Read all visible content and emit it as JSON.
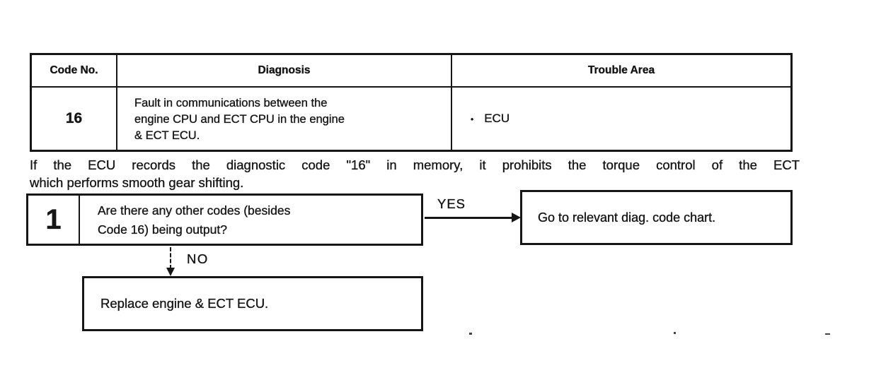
{
  "colors": {
    "ink": "#161616",
    "paper": "#ffffff"
  },
  "table": {
    "headers": {
      "code_no": "Code No.",
      "diagnosis": "Diagnosis",
      "trouble_area": "Trouble Area"
    },
    "row": {
      "code": "16",
      "diagnosis_lines": [
        "Fault in communications between the",
        "engine CPU and ECT CPU in the engine",
        "& ECT ECU."
      ],
      "trouble_bullet": "•",
      "trouble_label": "ECU"
    }
  },
  "note": {
    "line1": "If the ECU records the diagnostic code \"16\" in memory, it prohibits the torque control of the ECT",
    "line2": "which performs smooth gear shifting."
  },
  "flowchart": {
    "step": {
      "number": "1",
      "question_lines": [
        "Are there any other codes (besides",
        "Code 16) being output?"
      ]
    },
    "yes_label": "YES",
    "no_label": "NO",
    "yes_action": "Go to relevant diag. code chart.",
    "no_action": "Replace engine & ECT ECU."
  }
}
